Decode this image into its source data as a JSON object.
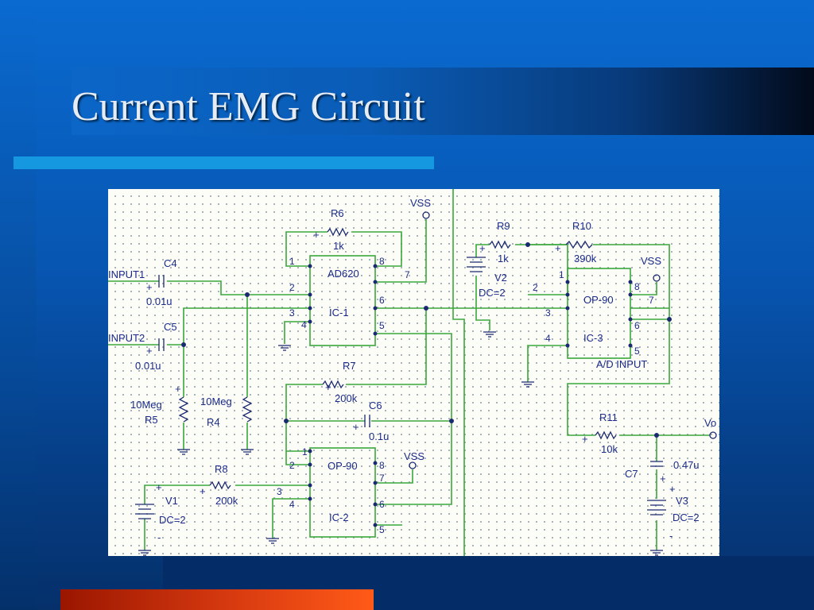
{
  "slide": {
    "title": "Current EMG Circuit"
  },
  "colors": {
    "background": "#0755b0",
    "accent_bar": "#1598e0",
    "bottom_accent": "#ff5a18",
    "wire": "#3aa83a",
    "component": "#1b2a70",
    "label": "#1a2a8a"
  },
  "schematic": {
    "components": {
      "r6": {
        "ref": "R6",
        "value": "1k"
      },
      "r7": {
        "ref": "R7",
        "value": "200k"
      },
      "r8": {
        "ref": "R8",
        "value": "200k"
      },
      "r9": {
        "ref": "R9",
        "value": "1k"
      },
      "r10": {
        "ref": "R10",
        "value": "390k"
      },
      "r11": {
        "ref": "R11",
        "value": "10k"
      },
      "r4": {
        "ref": "R4",
        "value": "10Meg"
      },
      "r5": {
        "ref": "R5",
        "value": "10Meg"
      },
      "c4": {
        "ref": "C4",
        "value": "0.01u"
      },
      "c5": {
        "ref": "C5",
        "value": "0.01u"
      },
      "c6": {
        "ref": "C6",
        "value": "0.1u"
      },
      "c7": {
        "ref": "C7",
        "value": "0.47u"
      },
      "v1": {
        "ref": "V1",
        "value": "DC=2"
      },
      "v2": {
        "ref": "V2",
        "value": "DC=2"
      },
      "v3": {
        "ref": "V3",
        "value": "DC=2"
      }
    },
    "ics": {
      "ic1": {
        "ref": "IC-1",
        "part": "AD620"
      },
      "ic2": {
        "ref": "IC-2",
        "part": "OP-90"
      },
      "ic3": {
        "ref": "IC-3",
        "part": "OP-90"
      }
    },
    "nets": {
      "input1": "INPUT1",
      "input2": "INPUT2",
      "vss": "VSS",
      "vo": "Vo",
      "adc": "A/D INPUT"
    },
    "symbols": {
      "plus": "+",
      "minus": "-"
    },
    "pins": {
      "p1": "1",
      "p2": "2",
      "p3": "3",
      "p4": "4",
      "p5": "5",
      "p6": "6",
      "p7": "7",
      "p8": "8"
    }
  }
}
